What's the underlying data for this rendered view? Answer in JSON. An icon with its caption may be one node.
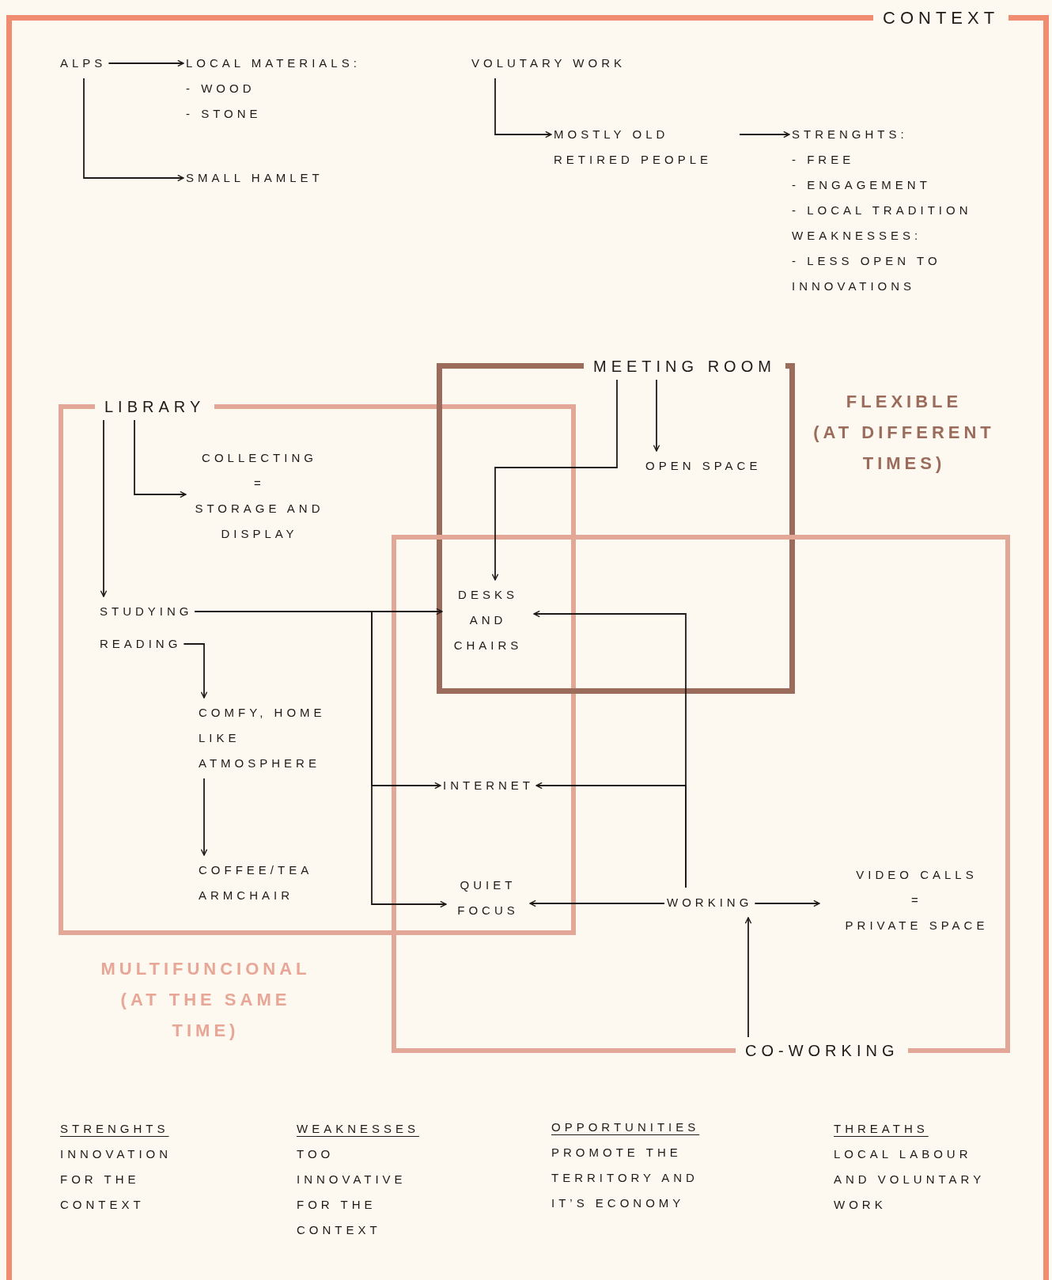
{
  "diagram": {
    "nodes": [
      {
        "text": [
          "CONTEXT"
        ]
      },
      {
        "text": [
          "ALPS"
        ],
        "in": 0
      },
      {
        "text": [
          "LOCAL MATERIALS:",
          "- WOOD",
          "- STONE"
        ],
        "in": 0
      },
      {
        "text": [
          "SMALL HAMLET"
        ],
        "in": 0
      },
      {
        "text": [
          "VOLUTARY WORK"
        ],
        "in": 0
      },
      {
        "text": [
          "MOSTLY OLD RETIRED PEOPLE"
        ],
        "in": 0
      },
      {
        "text": [
          "STRENGHTS:",
          "- FREE",
          "- ENGAGEMENT",
          "- LOCAL TRADITION",
          "WEAKNESSES:",
          "- LESS OPEN TO INNOVATIONS"
        ],
        "in": 0
      },
      {
        "text": [
          "LIBRARY"
        ],
        "in": 0
      },
      {
        "text": [
          "MEETING ROOM"
        ],
        "in": 0
      },
      {
        "text": [
          "CO-WORKING"
        ],
        "in": 0
      },
      {
        "text": [
          "COLLECTING",
          "=",
          "STORAGE AND DISPLAY"
        ],
        "in": 7
      },
      {
        "text": [
          "STUDYING"
        ],
        "in": 7
      },
      {
        "text": [
          "READING"
        ],
        "in": 7
      },
      {
        "text": [
          "COMFY, HOME LIKE ATMOSPHERE"
        ],
        "in": 7
      },
      {
        "text": [
          "COFFEE/TEA ARMCHAIR"
        ],
        "in": 7
      },
      {
        "text": [
          "OPEN SPACE"
        ],
        "in": 8
      },
      {
        "text": [
          "DESKS AND CHAIRS"
        ]
      },
      {
        "text": [
          "INTERNET"
        ]
      },
      {
        "text": [
          "QUIET FOCUS"
        ]
      },
      {
        "text": [
          "WORKING"
        ],
        "in": 9
      },
      {
        "text": [
          "VIDEO CALLS",
          "=",
          "PRIVATE SPACE"
        ],
        "in": 9
      }
    ],
    "edges": [
      {
        "from": 1,
        "to": 2,
        "arrow": "to"
      },
      {
        "from": 1,
        "to": 3,
        "arrow": "to"
      },
      {
        "from": 4,
        "to": 5,
        "arrow": "to"
      },
      {
        "from": 5,
        "to": 6,
        "arrow": "to"
      },
      {
        "from": 8,
        "to": 15,
        "arrow": "to"
      },
      {
        "from": 8,
        "to": 16,
        "arrow": "to"
      },
      {
        "from": 7,
        "to": 10,
        "arrow": "to"
      },
      {
        "from": 7,
        "to": 11,
        "arrow": "to"
      },
      {
        "from": 11,
        "to": 16,
        "arrow": "to"
      },
      {
        "from": 11,
        "to": 17,
        "arrow": "to"
      },
      {
        "from": 11,
        "to": 18,
        "arrow": "to"
      },
      {
        "from": 12,
        "to": 13,
        "arrow": "to"
      },
      {
        "from": 13,
        "to": 14,
        "arrow": "to"
      },
      {
        "from": 19,
        "to": 16,
        "arrow": "to"
      },
      {
        "from": 19,
        "to": 17,
        "arrow": "to"
      },
      {
        "from": 19,
        "to": 18,
        "arrow": "to"
      },
      {
        "from": 19,
        "to": 20,
        "arrow": "to"
      },
      {
        "from": 9,
        "to": 19,
        "arrow": "to"
      }
    ],
    "labels": [
      "FLEXIBLE",
      "(AT DIFFERENT TIMES)",
      "MULTIFUNCIONAL",
      "(AT THE SAME TIME)",
      "STRENGHTS",
      "INNOVATION FOR THE CONTEXT",
      "WEAKNESSES",
      "TOO INNOVATIVE FOR THE CONTEXT",
      "OPPORTUNITIES",
      "PROMOTE THE TERRITORY AND IT’S ECONOMY",
      "THREATHS",
      "LOCAL LABOUR AND VOLUNTARY WORK"
    ]
  }
}
